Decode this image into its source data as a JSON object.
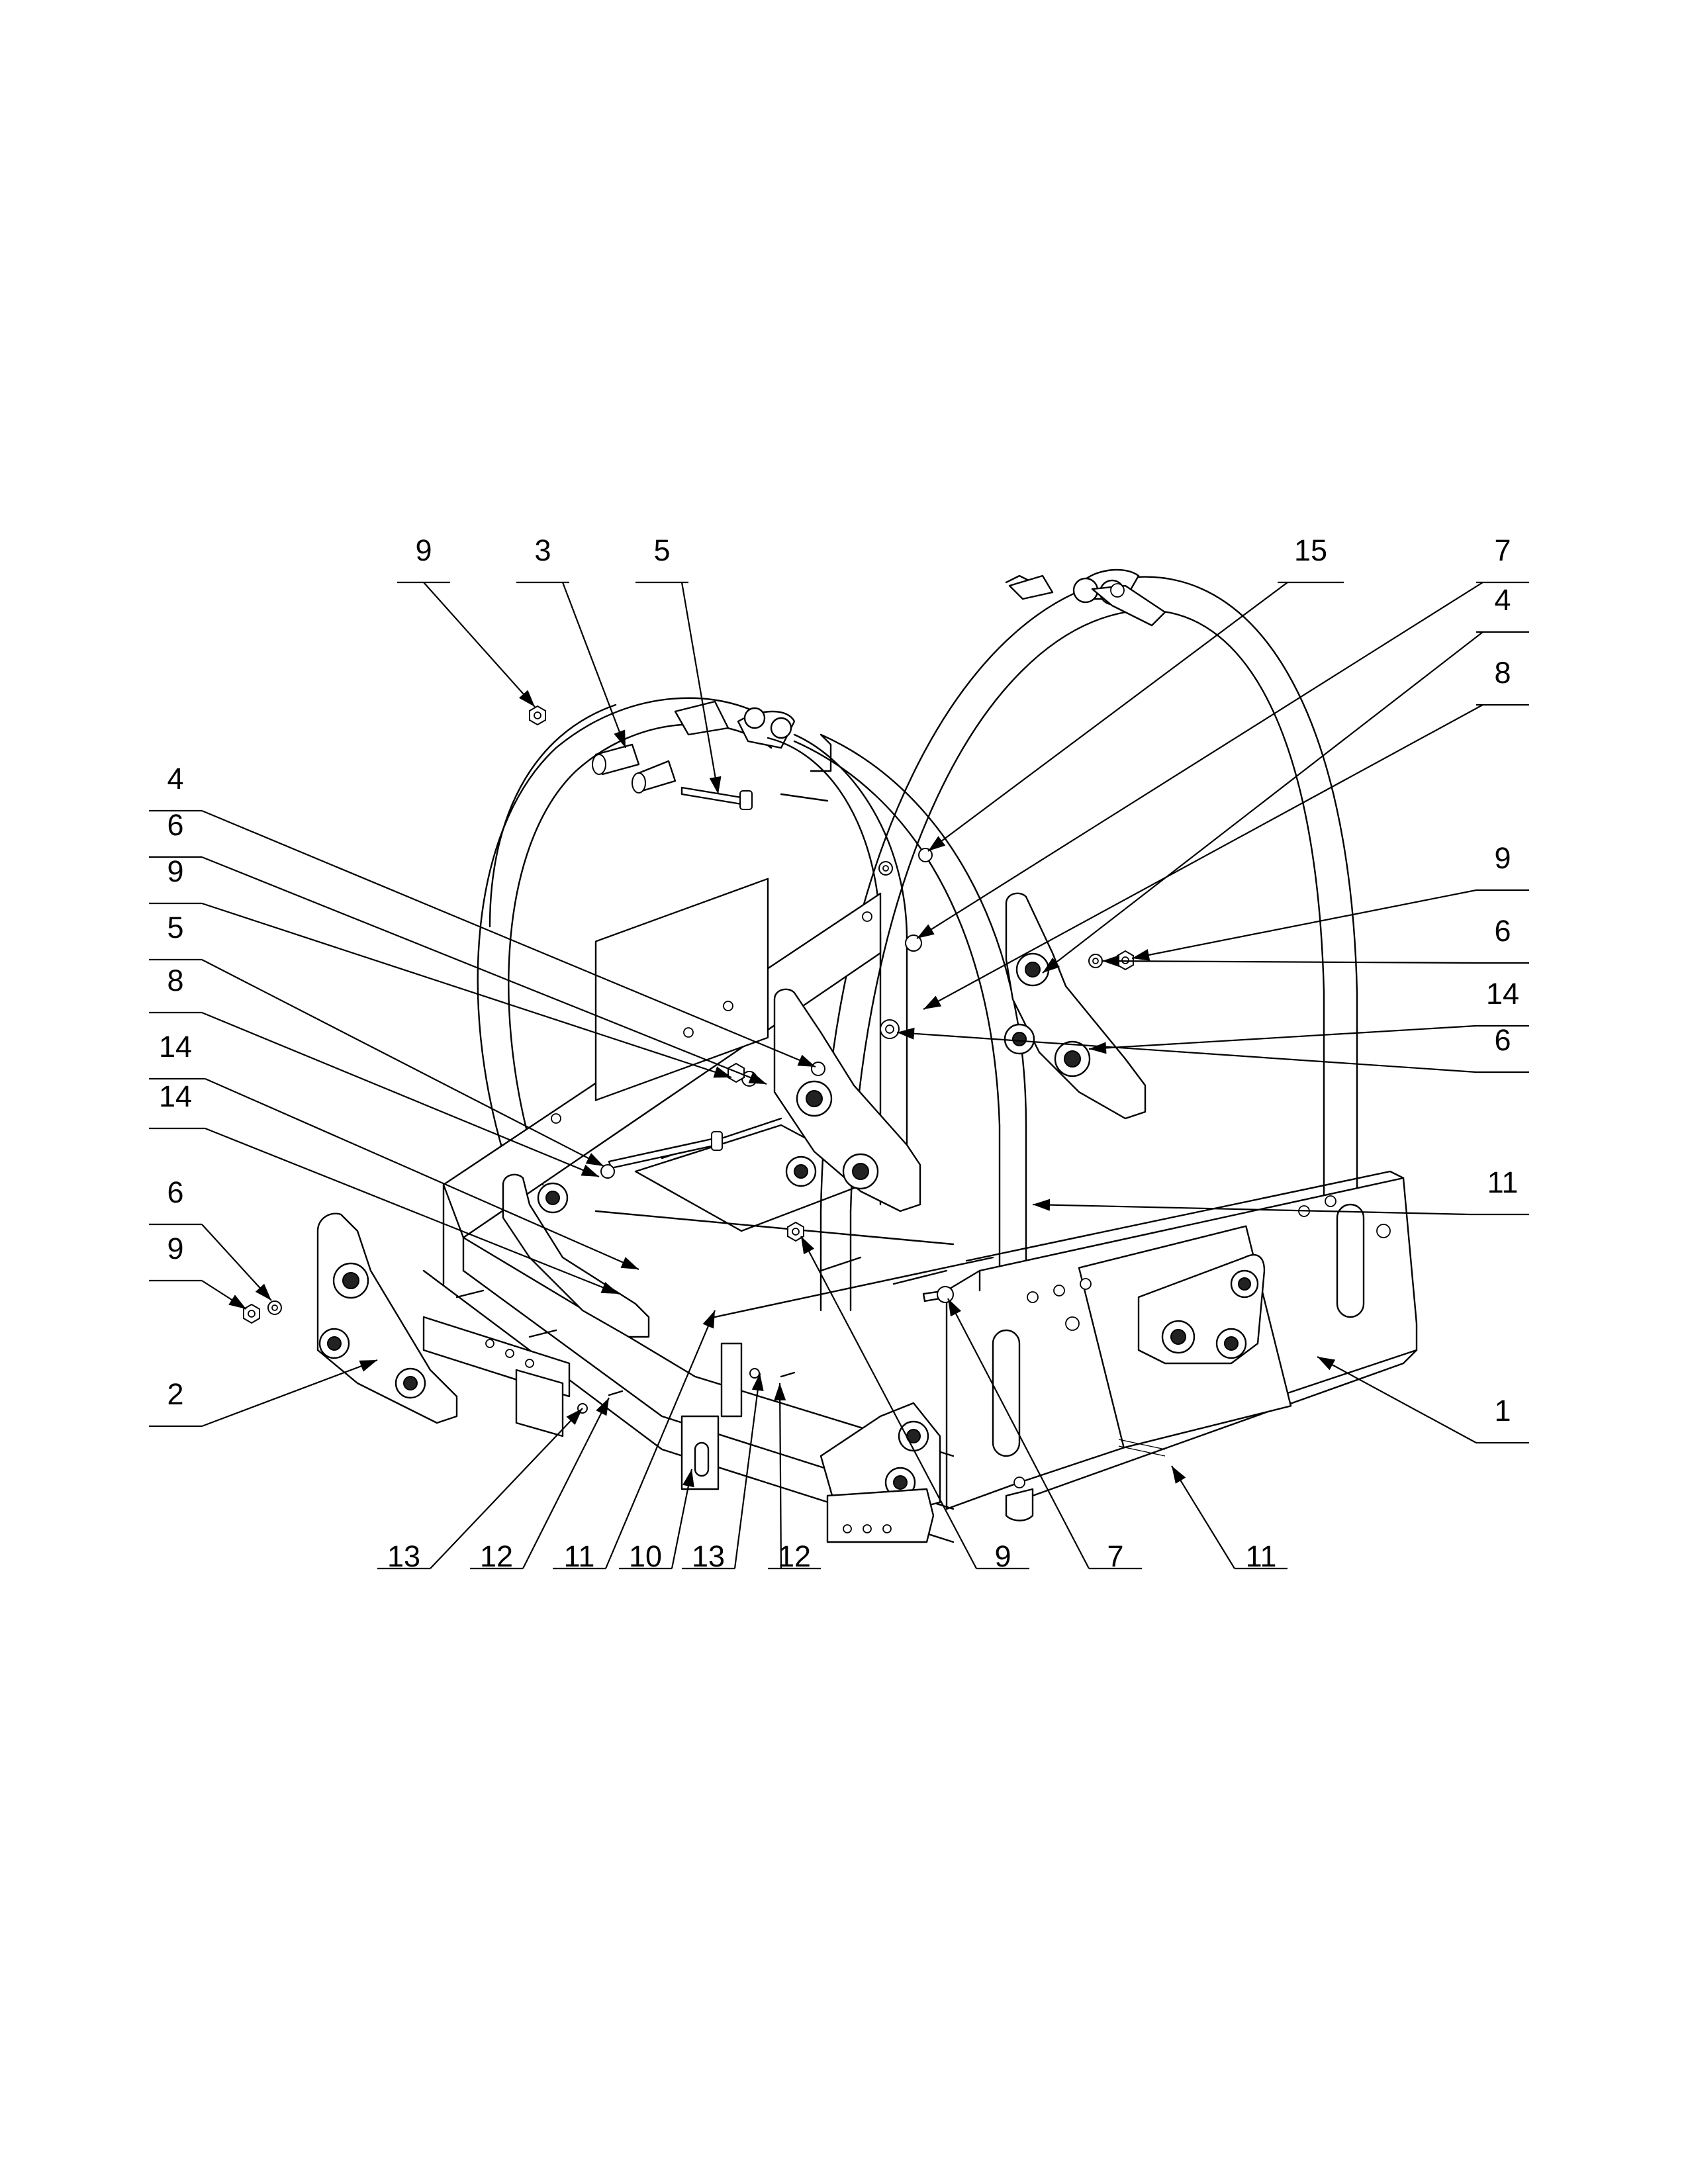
{
  "callouts": [
    {
      "id": "c-9-top",
      "label": "9"
    },
    {
      "id": "c-3",
      "label": "3"
    },
    {
      "id": "c-5-top",
      "label": "5"
    },
    {
      "id": "c-15",
      "label": "15"
    },
    {
      "id": "c-7-top",
      "label": "7"
    },
    {
      "id": "c-4-right",
      "label": "4"
    },
    {
      "id": "c-8-right",
      "label": "8"
    },
    {
      "id": "c-4-left",
      "label": "4"
    },
    {
      "id": "c-6-left-a",
      "label": "6"
    },
    {
      "id": "c-9-left-a",
      "label": "9"
    },
    {
      "id": "c-5-left",
      "label": "5"
    },
    {
      "id": "c-8-left",
      "label": "8"
    },
    {
      "id": "c-14-left-a",
      "label": "14"
    },
    {
      "id": "c-14-left-b",
      "label": "14"
    },
    {
      "id": "c-6-left-b",
      "label": "6"
    },
    {
      "id": "c-9-left-b",
      "label": "9"
    },
    {
      "id": "c-2",
      "label": "2"
    },
    {
      "id": "c-9-right",
      "label": "9"
    },
    {
      "id": "c-6-right-a",
      "label": "6"
    },
    {
      "id": "c-14-right",
      "label": "14"
    },
    {
      "id": "c-6-right-b",
      "label": "6"
    },
    {
      "id": "c-11-right",
      "label": "11"
    },
    {
      "id": "c-1",
      "label": "1"
    },
    {
      "id": "c-13-bot-a",
      "label": "13"
    },
    {
      "id": "c-12-bot-a",
      "label": "12"
    },
    {
      "id": "c-11-bot-a",
      "label": "11"
    },
    {
      "id": "c-10",
      "label": "10"
    },
    {
      "id": "c-13-bot-b",
      "label": "13"
    },
    {
      "id": "c-12-bot-b",
      "label": "12"
    },
    {
      "id": "c-9-bot",
      "label": "9"
    },
    {
      "id": "c-7-bot",
      "label": "7"
    },
    {
      "id": "c-11-bot-b",
      "label": "11"
    }
  ]
}
